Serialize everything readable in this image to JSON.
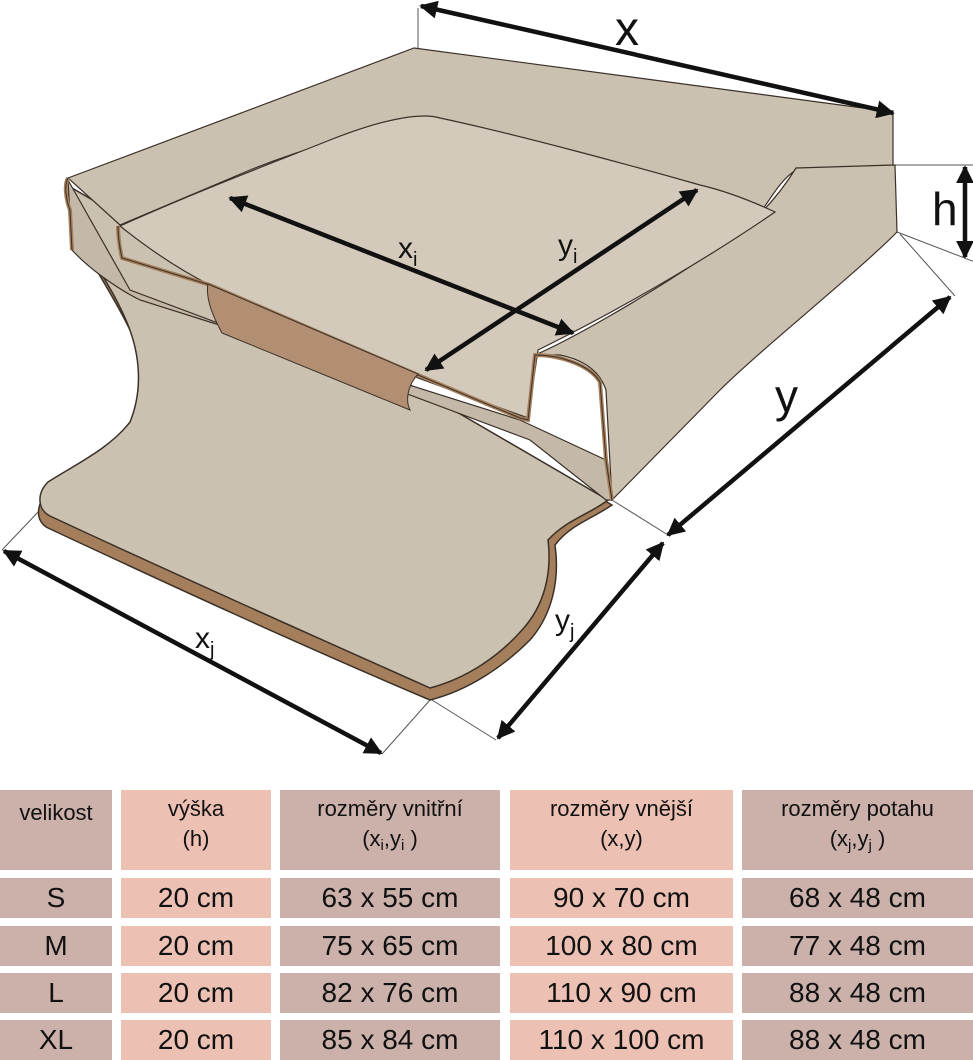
{
  "diagram": {
    "labels": {
      "x": "x",
      "y": "y",
      "h": "h",
      "xi_base": "x",
      "xi_sub": "i",
      "yi_base": "y",
      "yi_sub": "i",
      "xj_base": "x",
      "xj_sub": "j",
      "yj_base": "y",
      "yj_sub": "j"
    },
    "colors": {
      "cushion": "#cbc1b1",
      "cushion_light": "#d4cabb",
      "piping": "#a57f5c",
      "outline": "#3a3028",
      "patch": "#b28f72",
      "dim": "#111111"
    }
  },
  "table": {
    "headers": {
      "size": "velikost",
      "height": "výška",
      "height_sub": "(h)",
      "inner": "rozměry vnitřní",
      "inner_sub_open": "(x",
      "inner_sub_i1": "i",
      "inner_sub_mid": ",y",
      "inner_sub_i2": "i",
      "inner_sub_close": " )",
      "outer": "rozměry vnější",
      "outer_sub": "(x,y)",
      "cover": "rozměry potahu",
      "cover_sub_open": "(x",
      "cover_sub_j1": "j",
      "cover_sub_mid": ",y",
      "cover_sub_j2": "j",
      "cover_sub_close": " )"
    },
    "rows": [
      {
        "size": "S",
        "height": "20 cm",
        "inner": "63 x 55 cm",
        "outer": "90 x 70 cm",
        "cover": "68 x 48 cm"
      },
      {
        "size": "M",
        "height": "20 cm",
        "inner": "75 x 65 cm",
        "outer": "100 x 80 cm",
        "cover": "77 x 48 cm"
      },
      {
        "size": "L",
        "height": "20 cm",
        "inner": "82 x 76 cm",
        "outer": "110 x 90 cm",
        "cover": "88 x 48 cm"
      },
      {
        "size": "XL",
        "height": "20 cm",
        "inner": "85 x 84 cm",
        "outer": "110 x 100 cm",
        "cover": "88 x 48 cm"
      }
    ],
    "colors": {
      "col_size": "#cbb1aa",
      "col_height": "#ecc1b4",
      "col_inner": "#cbb1aa",
      "col_outer": "#ecc1b4",
      "col_cover": "#cbb1aa"
    }
  }
}
